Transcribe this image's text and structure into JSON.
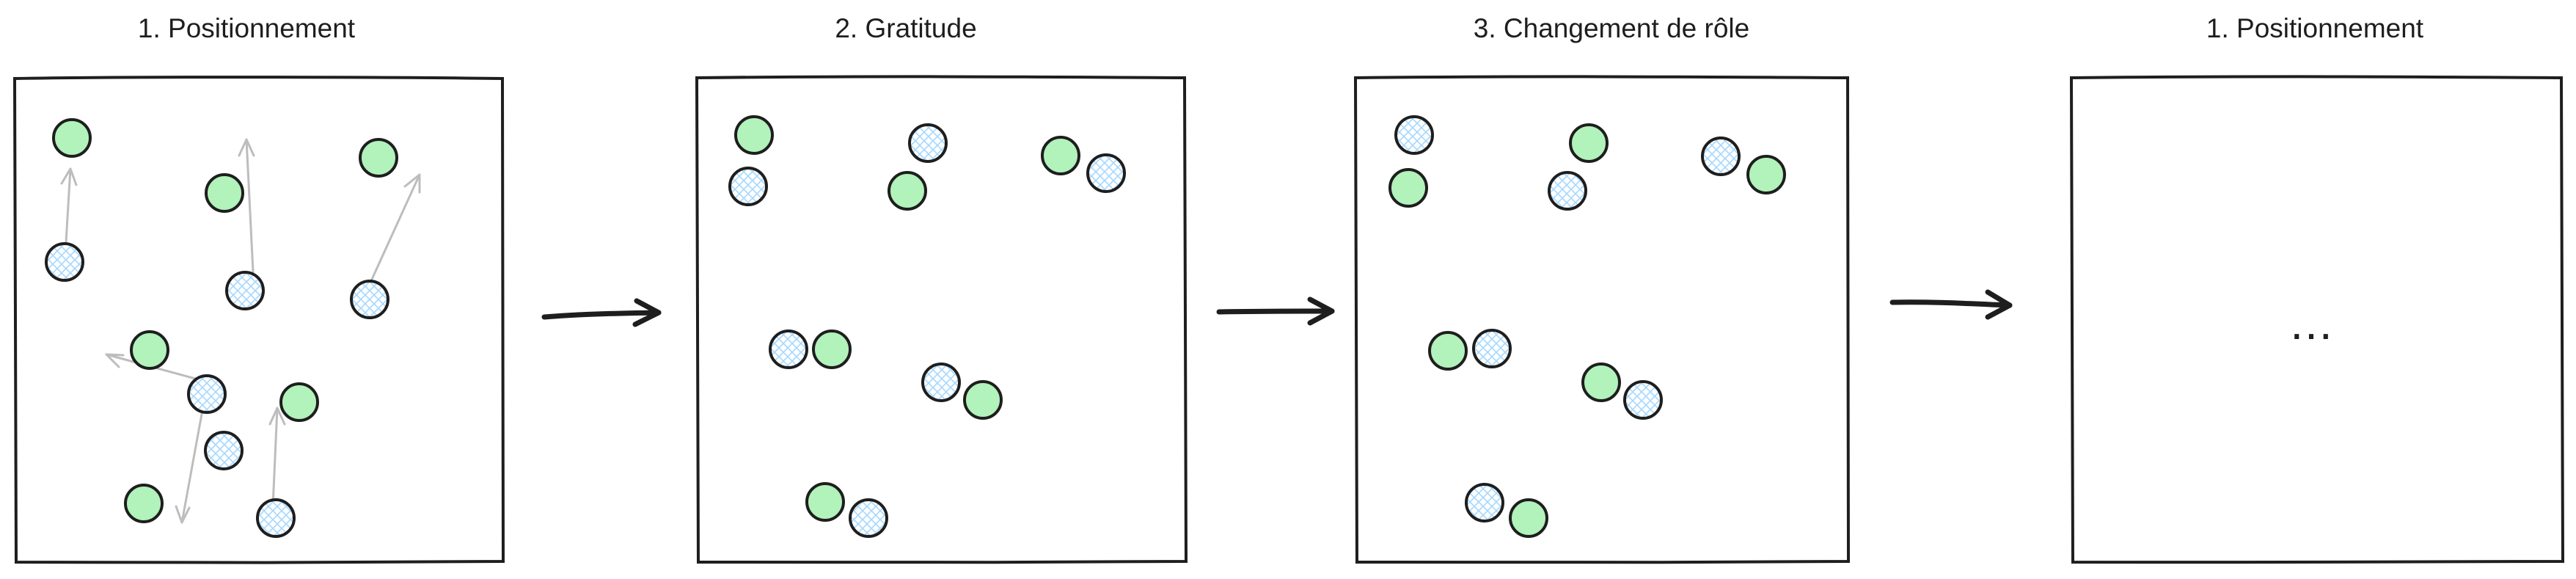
{
  "panels": [
    {
      "title": "1. Positionnement"
    },
    {
      "title": "2. Gratitude"
    },
    {
      "title": "3. Changement de rôle"
    },
    {
      "title": "1. Positionnement",
      "ellipsis": "..."
    }
  ],
  "colors": {
    "green_fill": "#b2f2bb",
    "blue_hatch": "#a5d8ff",
    "stroke": "#1e1e1e",
    "arrow_gray": "#bdbdbd"
  },
  "icons": [
    "green-circle-icon",
    "blue-hatched-circle-icon",
    "right-arrow-icon",
    "movement-arrow-icon"
  ]
}
